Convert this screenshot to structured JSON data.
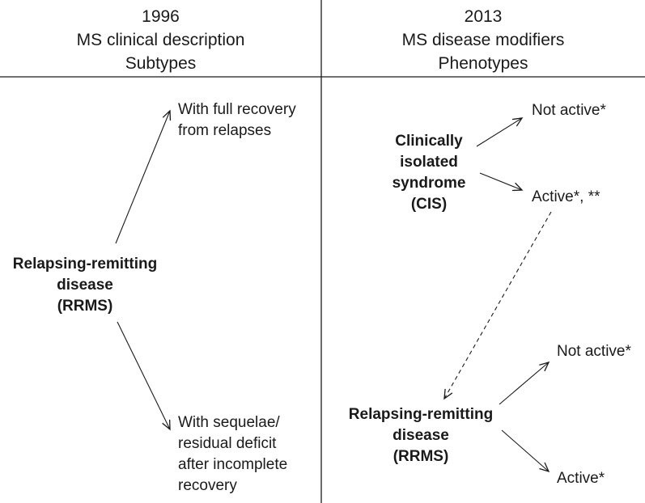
{
  "left_column": {
    "year": "1996",
    "title_line1": "MS clinical description",
    "title_line2": "Subtypes",
    "root": {
      "line1": "Relapsing-remitting",
      "line2": "disease",
      "line3": "(RRMS)"
    },
    "branch_upper": {
      "line1": "With full recovery",
      "line2": "from relapses"
    },
    "branch_lower": {
      "line1": "With sequelae/",
      "line2": "residual deficit",
      "line3": "after incomplete",
      "line4": "recovery"
    }
  },
  "right_column": {
    "year": "2013",
    "title_line1": "MS disease modifiers",
    "title_line2": "Phenotypes",
    "cis": {
      "line1": "Clinically",
      "line2": "isolated",
      "line3": "syndrome",
      "line4": "(CIS)"
    },
    "cis_not_active": "Not active*",
    "cis_active": "Active*, **",
    "rrms": {
      "line1": "Relapsing-remitting",
      "line2": "disease",
      "line3": "(RRMS)"
    },
    "rrms_not_active": "Not active*",
    "rrms_active": "Active*"
  }
}
